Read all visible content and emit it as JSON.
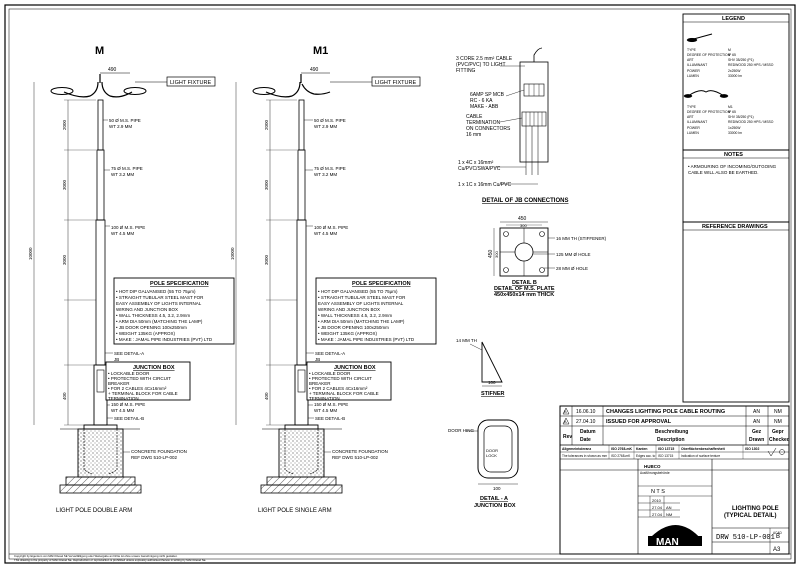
{
  "elevations": [
    {
      "heading": "M",
      "light_label": "LIGHT FIXTURE",
      "arm_width": "490",
      "pipes": [
        {
          "size": "50 Ø M.S. PIPE",
          "wt": "WT 2.9 MM"
        },
        {
          "size": "75 Ø M.S. PIPE",
          "wt": "WT 3.2 MM"
        },
        {
          "size": "100 Ø M.S. PIPE",
          "wt": "WT 4.5 MM"
        },
        {
          "size": "150 Ø M.S. PIPE",
          "wt": "WT 4.5 MM"
        }
      ],
      "dims": [
        "2000",
        "3000",
        "3000",
        "400",
        "10000"
      ],
      "spec_title": "POLE SPECIFICATION",
      "spec_lines": [
        "• HOT DIP GALVANISED (55 TO 75μm)",
        "• STRAIGHT TUBULAR STEEL MAST FOR",
        "  EASY ASSEMBLY OF LIGHTS INTERNAL",
        "  WIRING AND JUNCTION BOX",
        "• WALL THICKNESS 4.5, 3.2, 2.9mm",
        "• ARM DIA 50mm (MATCHING THE LAMP)",
        "• JB DOOR OPENING 100x250mm",
        "• WEIGHT 135KG (APPROX)",
        "• MAKE : JAMAL PIPE INDUSTRIES (PVT) LTD"
      ],
      "detail_a_ref": "SEE DETAIL-A",
      "detail_b_ref": "SEE DETAIL-B",
      "jb_ref": "JB",
      "jb_title": "JUNCTION BOX",
      "jb_lines": [
        "• LOCKABLE DOOR",
        "• PROTECTED WITH CIRCUIT",
        "  BREAKER",
        "• FOR 2 CABLES 4Cx16mm²",
        "  + TERMINAL BLOCK FOR CABLE",
        "  TERMINATION"
      ],
      "foundation": [
        "CONCRETE FOUNDATION",
        "REF DWG 510-LP-002"
      ],
      "caption": "LIGHT POLE DOUBLE ARM"
    },
    {
      "heading": "M1",
      "light_label": "LIGHT FIXTURE",
      "arm_width": "490",
      "pipes": [
        {
          "size": "50 Ø M.S. PIPE",
          "wt": "WT 2.9 MM"
        },
        {
          "size": "75 Ø M.S. PIPE",
          "wt": "WT 3.2 MM"
        },
        {
          "size": "100 Ø M.S. PIPE",
          "wt": "WT 4.5 MM"
        },
        {
          "size": "150 Ø M.S. PIPE",
          "wt": "WT 4.5 MM"
        }
      ],
      "dims": [
        "2000",
        "3000",
        "3000",
        "400",
        "10000"
      ],
      "spec_title": "POLE SPECIFICATION",
      "spec_lines": [
        "• HOT DIP GALVANISED (55 TO 75μm)",
        "• STRAIGHT TUBULAR STEEL MAST FOR",
        "  EASY ASSEMBLY OF LIGHTS INTERNAL",
        "  WIRING AND JUNCTION BOX",
        "• WALL THICKNESS 4.5, 3.2, 2.9mm",
        "• ARM DIA 50mm (MATCHING THE LAMP)",
        "• JB DOOR OPENING 100x250mm",
        "• WEIGHT 135KG (APPROX)",
        "• MAKE : JAMAL PIPE INDUSTRIES (PVT) LTD"
      ],
      "detail_a_ref": "SEE DETAIL-A",
      "detail_b_ref": "SEE DETAIL-B",
      "jb_ref": "JB",
      "jb_title": "JUNCTION BOX",
      "jb_lines": [
        "• LOCKABLE DOOR",
        "• PROTECTED WITH CIRCUIT",
        "  BREAKER",
        "• FOR 2 CABLES 4Cx16mm²",
        "  + TERMINAL BLOCK FOR CABLE",
        "  TERMINATION"
      ],
      "foundation": [
        "CONCRETE FOUNDATION",
        "REF DWG 510-LP-002"
      ],
      "caption": "LIGHT POLE SINGLE ARM"
    }
  ],
  "jb_connections": {
    "title": "DETAIL OF JB CONNECTIONS",
    "top_note": [
      "3 CORE 2.5 mm² CABLE",
      "(PVC/PVC) TO LIGHT",
      "FITTING"
    ],
    "mcb": [
      "6AMP SP MCB",
      "RC - 6 KA",
      "MAKE - ABB"
    ],
    "terminal": [
      "CABLE",
      "TERMINATION",
      "ON CONNECTORS",
      "16 mm"
    ],
    "cable_in": [
      "1 x 4C x 16mm²",
      "Cu/PVC/SWA/PVC"
    ],
    "earth": "1 x 1C x 16mm Cu/PVC"
  },
  "detail_b": {
    "dims": [
      "450",
      "450",
      "300",
      "300"
    ],
    "notes": [
      "16 MM TH (STIFFENER)",
      "125 MM Ø HOLE",
      "28 MM Ø HOLE"
    ],
    "title": [
      "DETAIL B",
      "DETAIL OF M.S. PLATE",
      "450x450x14 mm THICK"
    ]
  },
  "stiffener": {
    "note": "14 MM TH",
    "dim": "100",
    "title": "STIFNER"
  },
  "detail_a": {
    "hinge": "DOOR HING",
    "lock": [
      "DOOR",
      "LOCK"
    ],
    "dim": "100",
    "title": [
      "DETAIL - A",
      "JUNCTION BOX"
    ]
  },
  "legend": {
    "title": "LEGEND",
    "blocks": [
      {
        "rows": [
          [
            "TYPE",
            "M"
          ],
          [
            "DEGREE OF PROTECTION",
            "IP 65"
          ],
          [
            "ART",
            "SHV 35/250 (P1)"
          ],
          [
            "ILLUMINANT",
            "REDWOOD 250 HPS / MSSO"
          ],
          [
            "POWER",
            "2x250W"
          ],
          [
            "LUMEN",
            "33000 lm"
          ]
        ]
      },
      {
        "rows": [
          [
            "TYPE",
            "M1"
          ],
          [
            "DEGREE OF PROTECTION",
            "IP 65"
          ],
          [
            "ART",
            "SHV 35/250 (P1)"
          ],
          [
            "ILLUMINANT",
            "REDWOOD 250 HPS / MSSO"
          ],
          [
            "POWER",
            "1x250W"
          ],
          [
            "LUMEN",
            "33000 lm"
          ]
        ]
      }
    ]
  },
  "notes": {
    "title": "NOTES",
    "lines": [
      "• ARMOURING OF INCOMING/OUTGOING",
      "  CABLE WILL ALSO BE EARTHED."
    ]
  },
  "reference": {
    "title": "REFERENCE DRAWINGS"
  },
  "title_block": {
    "revisions": [
      {
        "rev": "B",
        "date": "16.06.10",
        "desc": "CHANGES LIGHTING POLE CABLE ROUTING",
        "drawn": "AN",
        "checked": "NM"
      },
      {
        "rev": "A",
        "date": "27.04.10",
        "desc": "ISSUED FOR APPROVAL",
        "drawn": "AN",
        "checked": "NM"
      }
    ],
    "headers": {
      "rev": "Rev",
      "datum": "Datum",
      "date": "Date",
      "beschreibung": "Beschreibung",
      "description": "Description",
      "gez": "Gez",
      "drawn": "Drawn",
      "gepr": "Gepr",
      "checked": "Checked"
    },
    "std_rows": [
      [
        "Allgemeintoleranz",
        "ISO 2768-mK",
        "Kanten",
        "ISO 13715",
        "Oberflächenbeschaffenheit",
        "ISO 1302"
      ],
      [
        "The tolerances in shown as mm",
        "ISO 2768-mK",
        "Edges acc. to",
        "ISO 13715",
        "Indication of surface texture",
        ""
      ]
    ],
    "client_header": "HUBCO",
    "proj_header": "Ausführungsbehörde",
    "scale": "N T S",
    "years": [
      "2010",
      "2010"
    ],
    "dates": [
      "27.04",
      "27.04"
    ],
    "drawn_by": [
      "AN",
      "NM"
    ],
    "title_lines": [
      "LIGHTING POLE",
      "(TYPICAL DETAIL)"
    ],
    "logo": "MAN",
    "drawing_no": "DRW 510-LP-001",
    "rev_box": "B",
    "size": "A3",
    "format": "A3",
    "format_label": "ACAD",
    "footer": [
      "Copyright by Eigentum von MAN Diesel SE Vervielfältigung oder Weitergabe an Dritte ist ohne unsere Genehmigung nicht gestattet.",
      "This drawing is the property of MAN Diesel SE. Reproduction or reproduction is prohibited unless expressly authorised thereto in writing by MAN Diesel SE."
    ]
  },
  "colors": {
    "ink": "#000000",
    "paper": "#ffffff"
  }
}
